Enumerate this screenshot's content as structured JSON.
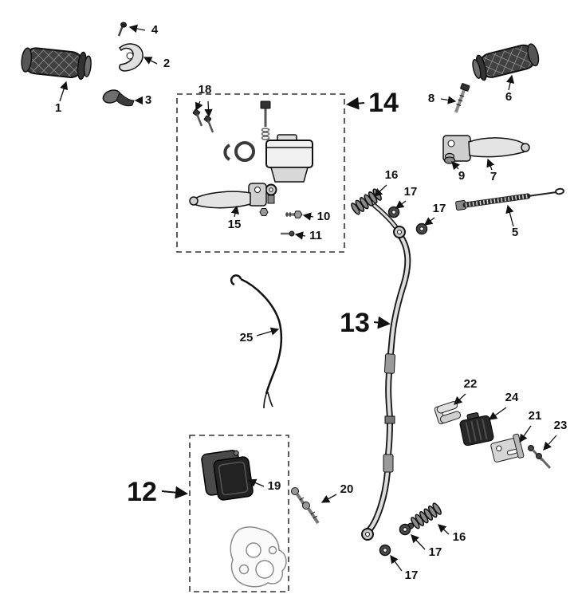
{
  "figure": {
    "background": "#ffffff",
    "ink": "#111111"
  },
  "assemblies": {
    "caliper_assembly": {
      "label": "12"
    },
    "brake_hose_assembly": {
      "label": "13"
    },
    "master_cylinder_assembly": {
      "label": "14"
    }
  },
  "callouts": {
    "grip_left": {
      "label": "1"
    },
    "throttle_housing": {
      "label": "2"
    },
    "clamp_piece": {
      "label": "3"
    },
    "screw_top_left": {
      "label": "4"
    },
    "throttle_cable": {
      "label": "5"
    },
    "grip_right": {
      "label": "6"
    },
    "brake_lever_right": {
      "label": "7"
    },
    "lever_screw": {
      "label": "8"
    },
    "pivot_bushing": {
      "label": "9"
    },
    "bolt_small": {
      "label": "10"
    },
    "screw_small": {
      "label": "11"
    },
    "brake_lever_left": {
      "label": "15"
    },
    "hose_spring_upper": {
      "label": "16"
    },
    "washer_upper_a": {
      "label": "17"
    },
    "washer_upper_b": {
      "label": "17"
    },
    "mount_screws": {
      "label": "18"
    },
    "brake_pads": {
      "label": "19"
    },
    "caliper_bolts": {
      "label": "20"
    },
    "bracket": {
      "label": "21"
    },
    "hose_clip": {
      "label": "22"
    },
    "bracket_screws": {
      "label": "23"
    },
    "rubber_damper": {
      "label": "24"
    },
    "cable": {
      "label": "25"
    },
    "hose_spring_lower": {
      "label": "16"
    },
    "washer_lower_a": {
      "label": "17"
    },
    "washer_lower_b": {
      "label": "17"
    }
  }
}
